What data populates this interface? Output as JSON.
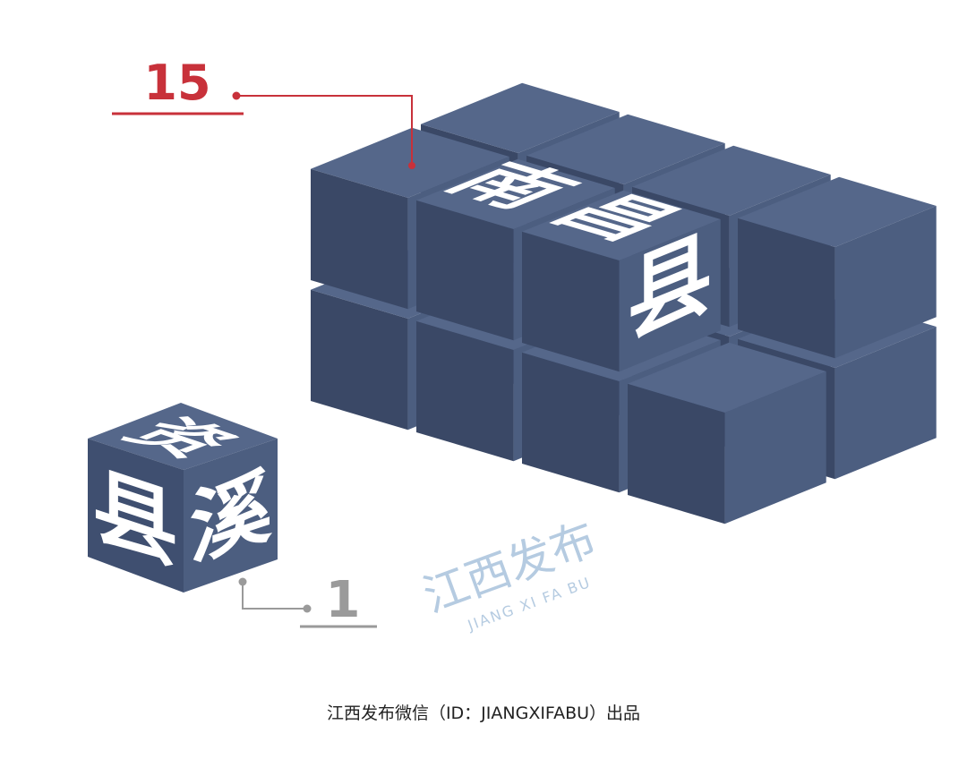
{
  "labels": {
    "big_block": {
      "name": [
        "南",
        "昌",
        "县"
      ],
      "count": "15"
    },
    "small_cube": {
      "name": [
        "资",
        "溪",
        "县"
      ],
      "count": "1"
    }
  },
  "watermark": {
    "cn": "江西发布",
    "en": "JIANG XI FA BU"
  },
  "caption": "江西发布微信（ID：JIANGXIFABU）出品",
  "colors": {
    "cube_front": "#3a4866",
    "cube_right": "#4c5e80",
    "cube_top": "#55678a",
    "accent_red": "#c8313a",
    "leader_gray": "#9a9a9a",
    "watermark": "#a9c3dc"
  }
}
